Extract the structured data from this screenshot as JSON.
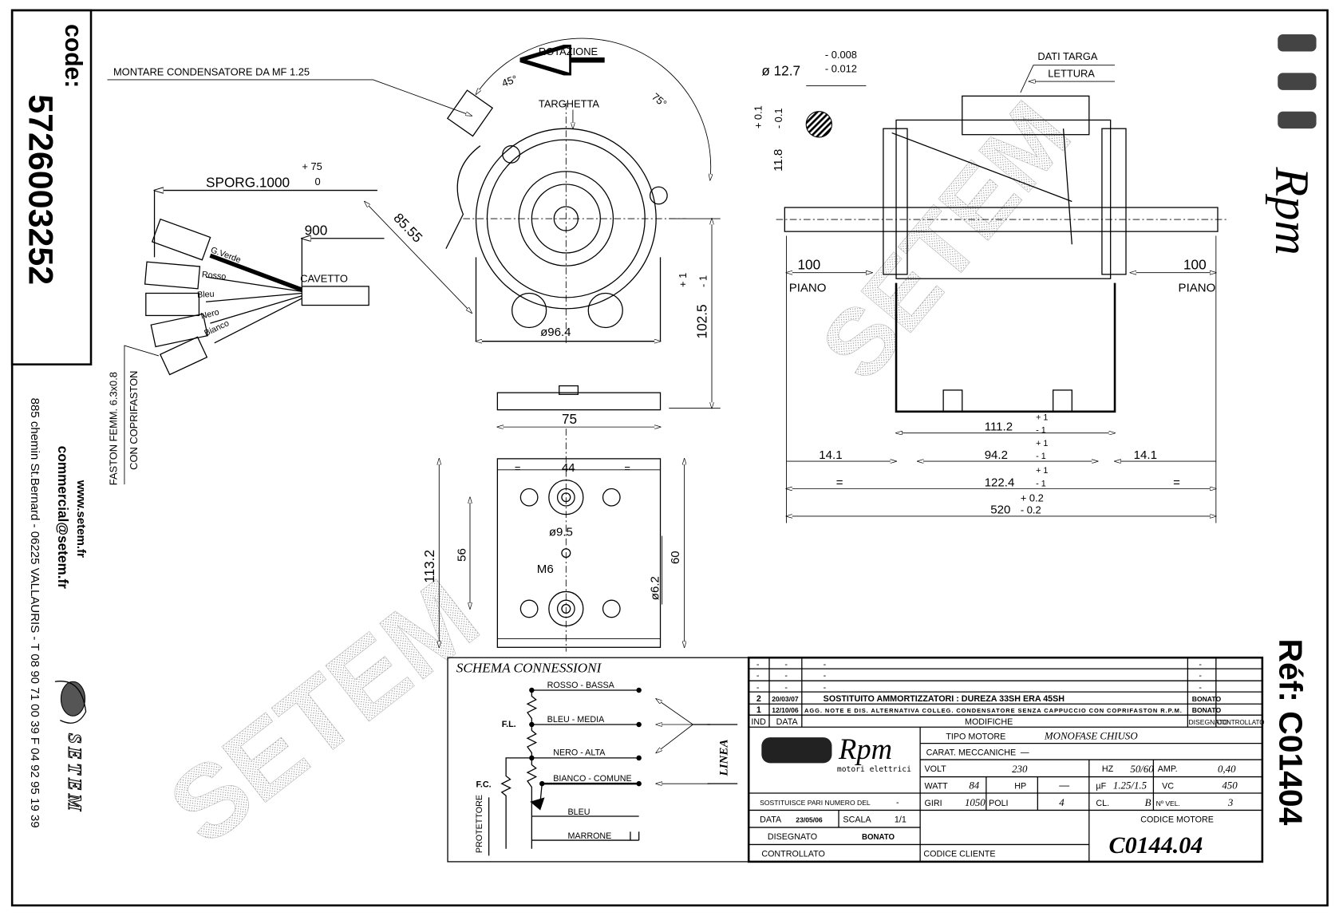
{
  "code_box": {
    "label": "code:",
    "number": "5726003252"
  },
  "contact": {
    "website": "www.setem.fr",
    "email": "commercial@setem.fr",
    "address": "885 chemin St.Bernard  -  06225 VALLAURIS  -  T 08 90 71 00 39   F 04 92 95 19 39",
    "company_logo_text": "SETEM"
  },
  "watermark": "SETEM",
  "brand": {
    "logo_text": "Rpm",
    "subtitle": "motori elettrici"
  },
  "reference": "Réf:  C01404",
  "wiring": {
    "capacitor_note": "MONTARE CONDENSATORE DA MF 1.25",
    "sporg": "SPORG.1000",
    "sporg_tol_plus": "+ 75",
    "sporg_tol_minus": "0",
    "cable_length": "900",
    "cable_label": "CAVETTO",
    "wires": [
      "G.Verde",
      "Rosso",
      "Bleu",
      "Nero",
      "Bianco"
    ],
    "faston_1": "FASTON FEMM. 6.3x0.8",
    "faston_2": "CON COPRIFASTON"
  },
  "front_view": {
    "rotation": "ROTAZIONE",
    "angle_45": "45°",
    "angle_75": "75°",
    "plate": "TARGHETTA",
    "dim_diag": "85.55",
    "dim_dia": "ø96.4",
    "dim_height": "102.5",
    "dim_height_tol_plus": "+ 1",
    "dim_height_tol_minus": "- 1"
  },
  "bottom_view": {
    "dim_width": "75",
    "dim_holes": "44",
    "eq": "=",
    "dim_hole_dia": "ø9.5",
    "thread": "M6",
    "dim_total": "113.2",
    "dim_56": "56",
    "dim_60": "60",
    "dim_62": "ø6.2"
  },
  "side_view": {
    "shaft_dia": "ø 12.7",
    "shaft_tol_1": "- 0.008",
    "shaft_tol_2": "- 0.012",
    "flat": "11.8",
    "flat_tol_plus": "+ 0.1",
    "flat_tol_minus": "- 0.1",
    "plate_data": "DATI TARGA",
    "reading": "LETTURA",
    "left_flat": "100",
    "right_flat": "100",
    "piano": "PIANO",
    "dim_111": "111.2",
    "dim_94": "94.2",
    "dim_122": "122.4",
    "dim_141": "14.1",
    "dim_520": "520",
    "tol_plus_1": "+ 1",
    "tol_minus_1": "- 1",
    "tol_plus_02": "+ 0.2",
    "tol_minus_02": "- 0.2",
    "eq": "="
  },
  "schema": {
    "title": "SCHEMA CONNESSIONI",
    "lines": [
      "ROSSO - BASSA",
      "BLEU - MEDIA",
      "NERO - ALTA",
      "BIANCO - COMUNE",
      "BLEU",
      "MARRONE"
    ],
    "fl": "F.L.",
    "fc": "F.C.",
    "line": "LINEA",
    "protector": "PROTETTORE"
  },
  "title_block": {
    "revisions": [
      {
        "ind": "-",
        "date": "-",
        "text": "-",
        "drawn": "-",
        "checked": ""
      },
      {
        "ind": "-",
        "date": "-",
        "text": "-",
        "drawn": "-",
        "checked": ""
      },
      {
        "ind": "-",
        "date": "-",
        "text": "-",
        "drawn": "-",
        "checked": ""
      },
      {
        "ind": "2",
        "date": "20/03/07",
        "text": "SOSTITUITO AMMORTIZZATORI : DUREZA 33SH ERA 45SH",
        "drawn": "BONATO",
        "checked": ""
      },
      {
        "ind": "1",
        "date": "12/10/06",
        "text": "AGG. NOTE E DIS. ALTERNATIVA COLLEG. CONDENSATORE  SENZA CAPPUCCIO CON COPRIFASTON R.P.M.",
        "drawn": "BONATO",
        "checked": ""
      }
    ],
    "headers": {
      "ind": "IND",
      "date": "DATA",
      "changes": "MODIFICHE",
      "drawn": "DISEGNATO",
      "checked": "CONTROLLATO"
    },
    "motor_type_label": "TIPO MOTORE",
    "motor_type": "MONOFASE CHIUSO",
    "mech_label": "CARAT. MECCANICHE",
    "mech": "—",
    "volt_label": "VOLT",
    "volt": "230",
    "hz_label": "HZ",
    "hz": "50/60",
    "amp_label": "AMP.",
    "amp": "0,40",
    "watt_label": "WATT",
    "watt": "84",
    "hp_label": "HP",
    "hp": "—",
    "uf_label": "µF",
    "uf": "1.25/1.5",
    "vc_label": "VC",
    "vc": "450",
    "giri_label": "GIRI",
    "giri": "1050",
    "poli_label": "POLI",
    "poli": "4",
    "cl_label": "CL.",
    "cl": "B",
    "vel_label": "Nº VEL.",
    "vel": "3",
    "replaces_label": "SOSTITUISCE PARI NUMERO DEL",
    "replaces": "-",
    "date_label": "DATA",
    "date": "23/05/06",
    "scale_label": "SCALA",
    "scale": "1/1",
    "drawn_label": "DISEGNATO",
    "drawn": "BONATO",
    "checked_label": "CONTROLLATO",
    "client_code_label": "CODICE CLIENTE",
    "motor_code_label": "CODICE MOTORE",
    "motor_code": "C0144.04"
  }
}
